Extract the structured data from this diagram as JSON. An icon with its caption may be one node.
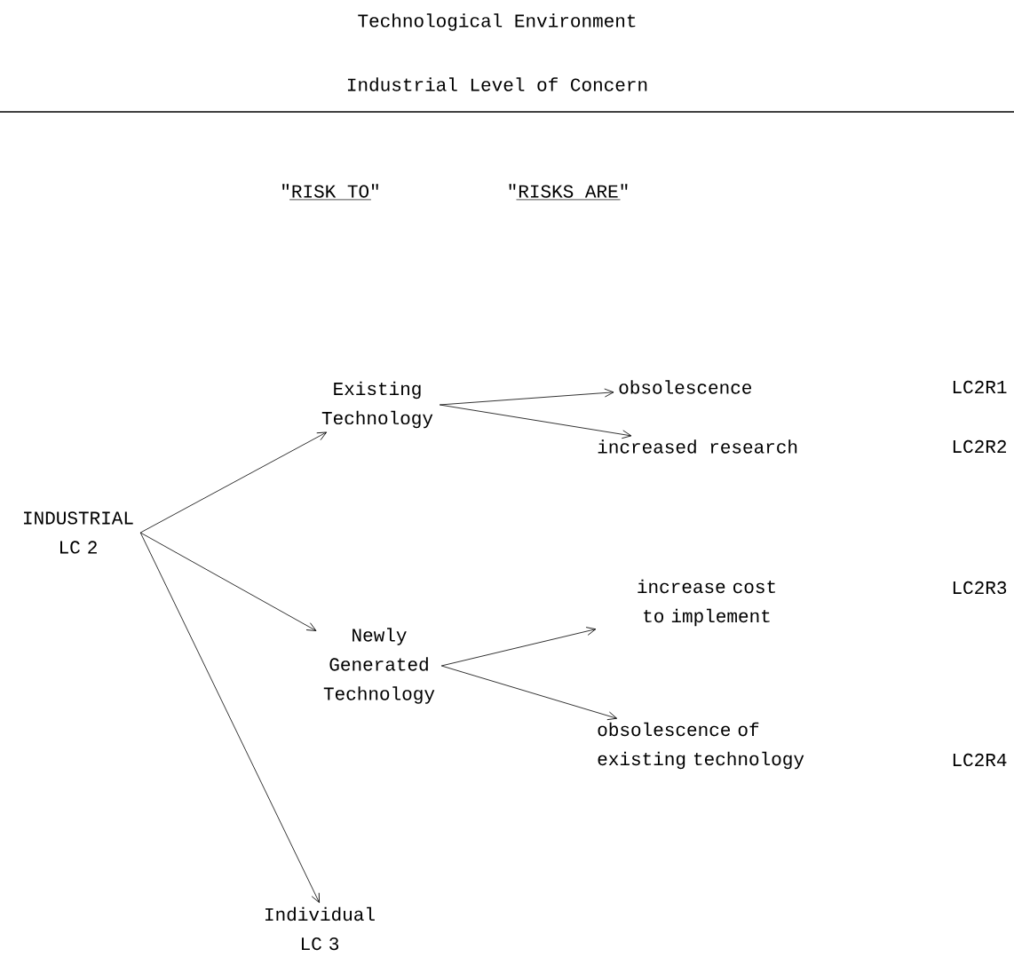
{
  "diagram": {
    "title": "Technological Environment",
    "nodes": [
      {
        "text": [
          "INDUSTRIAL LC 2"
        ]
      },
      {
        "text": [
          "Existing Technology"
        ]
      },
      {
        "text": [
          "Newly Generated Technology"
        ]
      },
      {
        "text": [
          "Individual LC 3"
        ]
      },
      {
        "text": [
          "obsolescence"
        ]
      },
      {
        "text": [
          "increased research"
        ]
      },
      {
        "text": [
          "increase cost to implement"
        ]
      },
      {
        "text": [
          "obsolescence of existing technology"
        ]
      }
    ],
    "edges": [
      {
        "from": 0,
        "to": 1,
        "arrow": "to"
      },
      {
        "from": 0,
        "to": 2,
        "arrow": "to"
      },
      {
        "from": 0,
        "to": 3,
        "arrow": "to"
      },
      {
        "from": 1,
        "to": 4,
        "arrow": "to"
      },
      {
        "from": 1,
        "to": 5,
        "arrow": "to"
      },
      {
        "from": 2,
        "to": 6,
        "arrow": "to"
      },
      {
        "from": 2,
        "to": 7,
        "arrow": "to"
      }
    ],
    "labels": [
      "Industrial Level of Concern",
      "\"RISK TO\"",
      "\"RISKS ARE\"",
      "LC2R1",
      "LC2R2",
      "LC2R3",
      "LC2R4"
    ]
  }
}
